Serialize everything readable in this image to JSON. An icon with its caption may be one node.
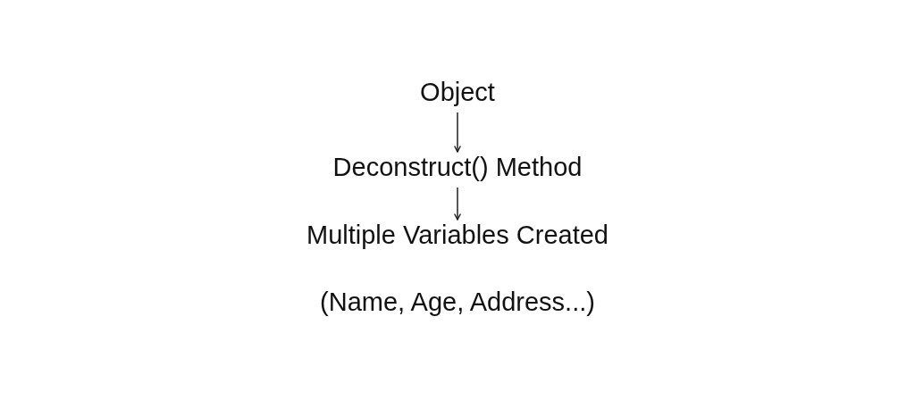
{
  "diagram": {
    "nodes": [
      {
        "text": [
          "Object"
        ]
      },
      {
        "text": [
          "Deconstruct() Method"
        ]
      },
      {
        "text": [
          "Multiple Variables Created"
        ],
        "beside": [
          "(Name, Age, Address...)"
        ]
      }
    ],
    "edges": [
      {
        "from": 0,
        "to": 1,
        "arrow": "to"
      },
      {
        "from": 1,
        "to": 2,
        "arrow": "to"
      }
    ]
  }
}
